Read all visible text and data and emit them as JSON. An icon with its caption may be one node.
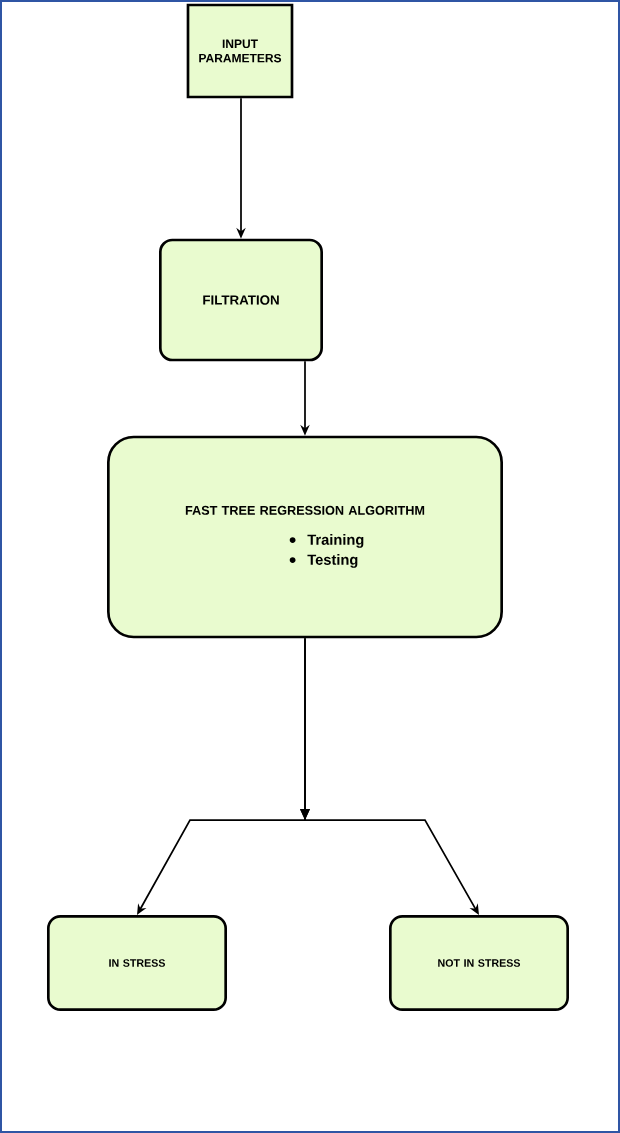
{
  "diagram": {
    "nodes": [
      {
        "text": [
          "INPUT PARAMETERS"
        ]
      },
      {
        "text": [
          "FILTRATION"
        ]
      },
      {
        "text": [
          "FAST TREE REGRESSION ALGORITHM",
          "Training",
          "Testing"
        ]
      },
      {
        "text": [
          "IN STRESS"
        ]
      },
      {
        "text": [
          "NOT IN STRESS"
        ]
      }
    ],
    "edges": [
      {
        "from": 0,
        "to": 1,
        "arrow": "to"
      },
      {
        "from": 1,
        "to": 2,
        "arrow": "to"
      },
      {
        "from": 2,
        "to": 3,
        "arrow": "to"
      },
      {
        "from": 2,
        "to": 4,
        "arrow": "to"
      }
    ]
  }
}
